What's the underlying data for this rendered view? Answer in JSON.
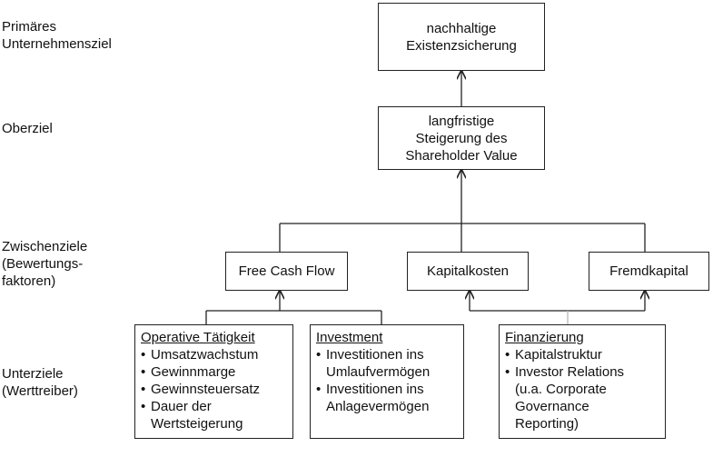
{
  "levels": {
    "primary": "Primäres\nUnternehmensziel",
    "top": "Oberziel",
    "intermediate": "Zwischenziele\n(Bewertungs-\nfaktoren)",
    "sub": "Unterziele\n(Werttreiber)"
  },
  "boxes": {
    "existence": "nachhaltige\nExistenzsicherung",
    "shareholder_value": "langfristige\nSteigerung des\nShareholder Value",
    "free_cash_flow": "Free Cash Flow",
    "capital_cost": "Kapitalkosten",
    "debt": "Fremdkapital"
  },
  "details": {
    "operative": {
      "title": "Operative Tätigkeit",
      "items": [
        "Umsatzwachstum",
        "Gewinnmarge",
        "Gewinnsteuersatz",
        "Dauer der\nWertsteigerung"
      ]
    },
    "investment": {
      "title": "Investment",
      "items": [
        "Investitionen ins\nUmlaufvermögen",
        "Investitionen ins\nAnlagevermögen"
      ]
    },
    "financing": {
      "title": "Finanzierung",
      "items": [
        "Kapitalstruktur",
        "Investor Relations\n(u.a. Corporate\nGovernance\nReporting)"
      ]
    }
  },
  "colors": {
    "line": "#222222",
    "faint_line": "#b8b8b8"
  }
}
